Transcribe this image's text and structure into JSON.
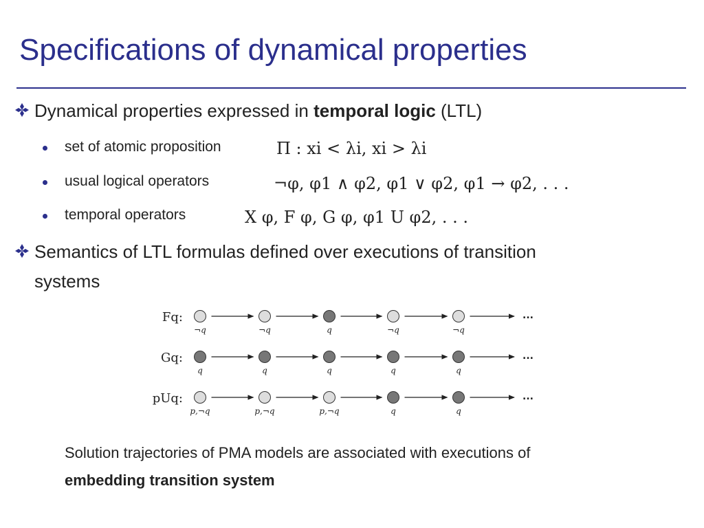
{
  "title": "Specifications of dynamical properties",
  "bullets": [
    {
      "text_plain": "Dynamical properties expressed in ",
      "text_bold": "temporal logic",
      "text_tail": " (LTL)",
      "sub": [
        {
          "label": "set of atomic proposition",
          "formula": "Π :    xi < λi,  xi > λi"
        },
        {
          "label": "usual logical operators",
          "formula": "¬φ,   φ1 ∧ φ2,   φ1 ∨ φ2,   φ1 → φ2,   . . ."
        },
        {
          "label": "temporal operators",
          "formula": "X φ,   F φ,   G φ,   φ1 U φ2,   . . ."
        }
      ]
    },
    {
      "line1": "Semantics of LTL formulas defined over executions of transition",
      "line2": "systems"
    }
  ],
  "diagram": {
    "rows": [
      {
        "label": "Fq:",
        "states": [
          {
            "filled": false,
            "label": "¬q"
          },
          {
            "filled": false,
            "label": "¬q"
          },
          {
            "filled": true,
            "label": "q"
          },
          {
            "filled": false,
            "label": "¬q"
          },
          {
            "filled": false,
            "label": "¬q"
          }
        ]
      },
      {
        "label": "Gq:",
        "states": [
          {
            "filled": true,
            "label": "q"
          },
          {
            "filled": true,
            "label": "q"
          },
          {
            "filled": true,
            "label": "q"
          },
          {
            "filled": true,
            "label": "q"
          },
          {
            "filled": true,
            "label": "q"
          }
        ]
      },
      {
        "label": "pUq:",
        "states": [
          {
            "filled": false,
            "label": "p,¬q"
          },
          {
            "filled": false,
            "label": "p,¬q"
          },
          {
            "filled": false,
            "label": "p,¬q"
          },
          {
            "filled": true,
            "label": "q"
          },
          {
            "filled": true,
            "label": "q"
          }
        ]
      }
    ],
    "ellipsis": "..."
  },
  "caption": {
    "line1": "Solution trajectories of PMA models are associated with executions of",
    "line2": "embedding transition system"
  },
  "colors": {
    "title": "#2b2f8c",
    "bullet": "#2b2f8c",
    "state_filled": "#777777",
    "state_empty": "#dddddd"
  }
}
